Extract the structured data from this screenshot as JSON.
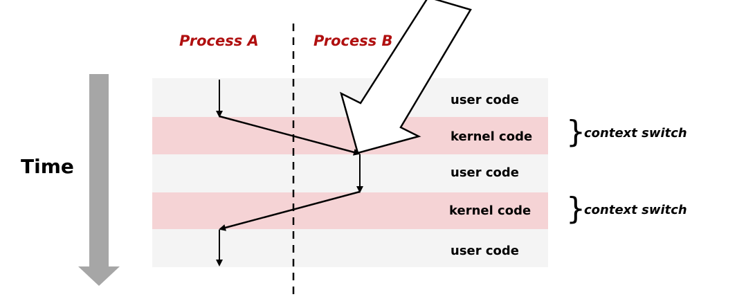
{
  "processes": {
    "a_label": "Process A",
    "b_label": "Process B"
  },
  "time_label": "Time",
  "rows": [
    {
      "label": "user code",
      "kind": "user"
    },
    {
      "label": "kernel code",
      "kind": "kernel"
    },
    {
      "label": "user code",
      "kind": "user"
    },
    {
      "label": "kernel code",
      "kind": "kernel"
    },
    {
      "label": "user code",
      "kind": "user"
    }
  ],
  "context_switches": [
    {
      "label": "context switch"
    },
    {
      "label": "context switch"
    }
  ],
  "colors": {
    "process_label": "#b01010",
    "user_band": "#f4f4f4",
    "kernel_band": "#f5d3d5",
    "time_arrow": "#a6a6a6",
    "line": "#000000"
  }
}
